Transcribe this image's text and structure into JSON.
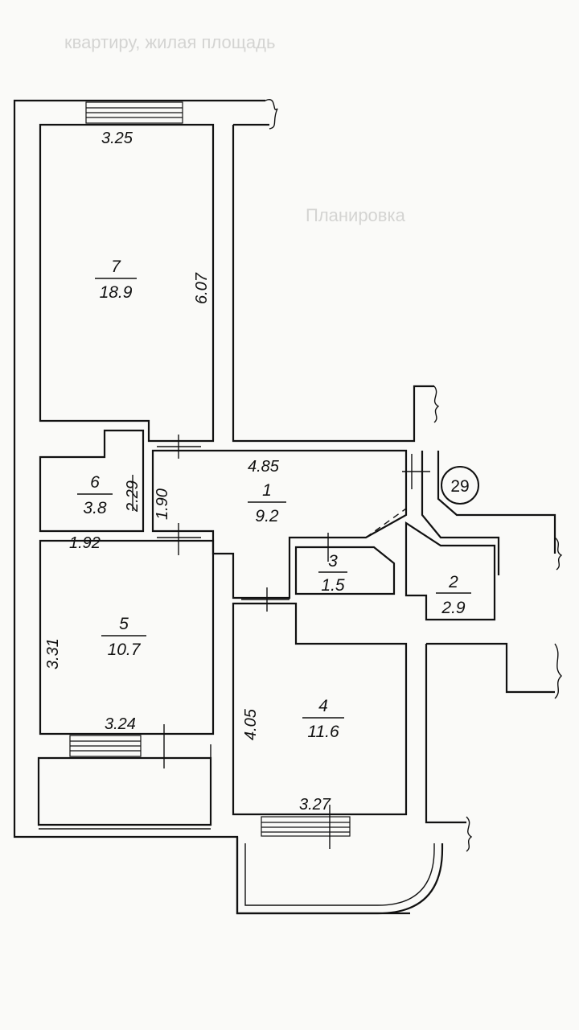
{
  "rooms": [
    {
      "id": "7",
      "number": "7",
      "area": "18.9"
    },
    {
      "id": "6",
      "number": "6",
      "area": "3.8"
    },
    {
      "id": "1",
      "number": "1",
      "area": "9.2"
    },
    {
      "id": "3",
      "number": "3",
      "area": "1.5"
    },
    {
      "id": "2",
      "number": "2",
      "area": "2.9"
    },
    {
      "id": "5",
      "number": "5",
      "area": "10.7"
    },
    {
      "id": "4",
      "number": "4",
      "area": "11.6"
    }
  ],
  "dimensions": {
    "room7_width": "3.25",
    "room7_length": "6.07",
    "room1_length": "4.85",
    "room6_height": "2.29",
    "room1_width": "1.90",
    "room6_width": "1.92",
    "room5_height": "3.31",
    "room5_width": "3.24",
    "room4_height": "4.05",
    "room4_width": "3.27"
  },
  "apartment_number": "29",
  "background_text": {
    "line1": "квартиру, жилая площадь",
    "line2": "Планировка"
  },
  "colors": {
    "ink": "#111111",
    "paper": "#fafaf8"
  }
}
